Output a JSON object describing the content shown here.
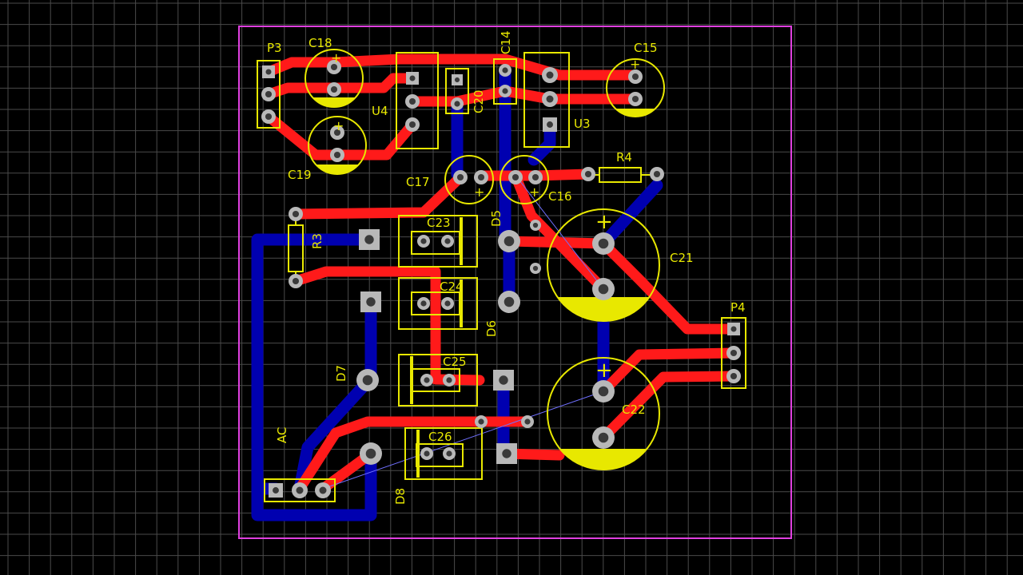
{
  "colors": {
    "background": "#000000",
    "grid": "#4a4a4a",
    "board_outline": "#e040e0",
    "top_copper": "#ff1a1a",
    "bottom_copper": "#0000b0",
    "silkscreen": "#e8e800",
    "pad": "#b8b8b8",
    "hole": "#3a3a3a",
    "ratsnest": "#7070ff"
  },
  "designators": {
    "P3": "P3",
    "C18": "C18",
    "C14": "C14",
    "C15": "C15",
    "C20": "C20",
    "U4": "U4",
    "U3": "U3",
    "C19": "C19",
    "C17": "C17",
    "C16": "C16",
    "R4": "R4",
    "R3": "R3",
    "C23": "C23",
    "D5": "D5",
    "C21": "C21",
    "C24": "C24",
    "D6": "D6",
    "P4": "P4",
    "C25": "C25",
    "D7": "D7",
    "C22": "C22",
    "C26": "C26",
    "AC": "AC",
    "D8": "D8"
  },
  "polarity_mark": "+"
}
